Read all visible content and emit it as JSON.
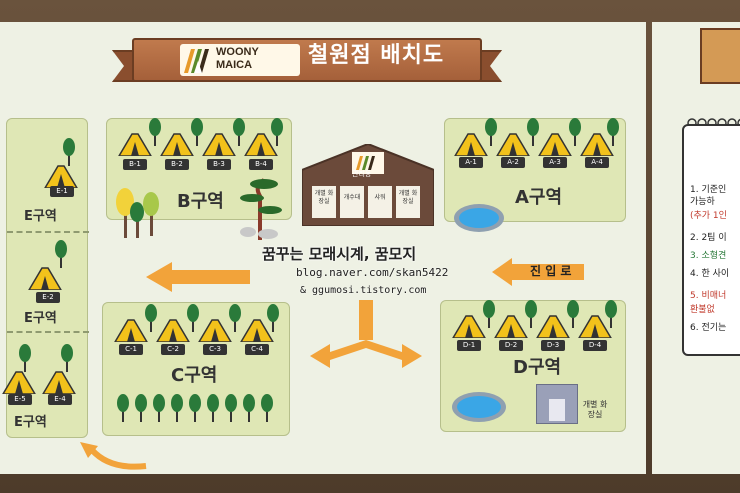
{
  "header": {
    "brand_line1": "WOONY",
    "brand_line2": "MAICA",
    "title": "철원점 배치도"
  },
  "zones": {
    "A": {
      "label": "A구역",
      "sites": [
        "A-1",
        "A-2",
        "A-3",
        "A-4"
      ]
    },
    "B": {
      "label": "B구역",
      "sites": [
        "B-1",
        "B-2",
        "B-3",
        "B-4"
      ]
    },
    "C": {
      "label": "C구역",
      "sites": [
        "C-1",
        "C-2",
        "C-3",
        "C-4"
      ]
    },
    "D": {
      "label": "D구역",
      "sites": [
        "D-1",
        "D-2",
        "D-3",
        "D-4"
      ]
    },
    "E": {
      "label": "E구역",
      "sites": [
        "E-1",
        "E-2",
        "E-5",
        "E-4"
      ]
    }
  },
  "lodge": {
    "title": "관리동",
    "rooms": [
      "개별 화장실",
      "개수대",
      "샤워",
      "개별 화장실"
    ]
  },
  "watermark": {
    "line1": "꿈꾸는 모래시계, 꿈모지",
    "line2": "blog.naver.com/skan5422",
    "line3": "& ggumosi.tistory.com"
  },
  "entrance": "진 입 로",
  "toilet": "개별 화장실",
  "notice": {
    "lines": [
      "1. 기준인",
      "가능하",
      "(추가 1인",
      "2. 2팀 이",
      "3. 소형견",
      "4. 한 사이",
      "5. 비매너",
      "환불없",
      "6. 전기는"
    ]
  },
  "colors": {
    "banner": "#b06a42",
    "zone_fill": "#dfe7b5",
    "tent": "#f2c21b",
    "arrow": "#f2a33a",
    "board": "#eef1e4"
  }
}
